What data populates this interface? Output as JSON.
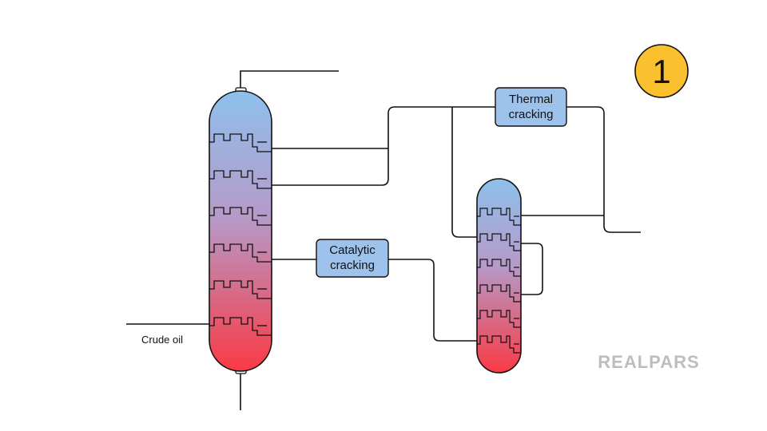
{
  "step_badge": {
    "number": "1",
    "color": "#FBC02D"
  },
  "boxes": {
    "thermal": {
      "line1": "Thermal",
      "line2": "cracking"
    },
    "catalytic": {
      "line1": "Catalytic",
      "line2": "cracking"
    }
  },
  "labels": {
    "feed": "Crude oil"
  },
  "logo": {
    "text": "REALPARS"
  },
  "colors": {
    "box_fill": "#9DC3EC",
    "column_top": "#8EC0EC",
    "column_bottom": "#FA3A44",
    "line": "#111111",
    "logo": "#BDBDBD"
  }
}
